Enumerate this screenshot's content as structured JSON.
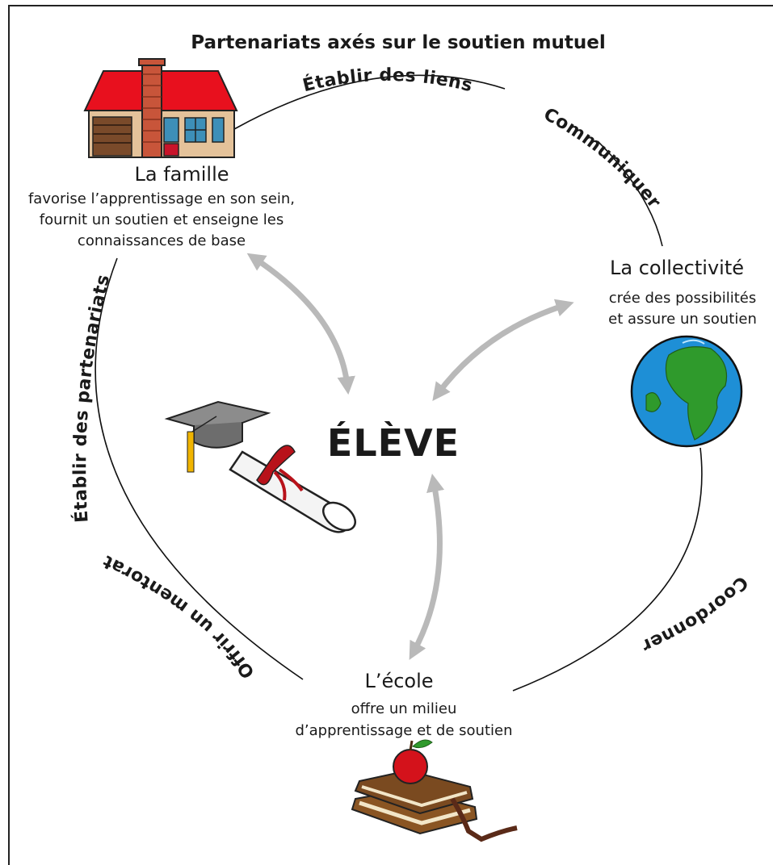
{
  "title": "Partenariats axés sur le soutien mutuel",
  "center_label": "ÉLÈVE",
  "arc_labels": {
    "top": "Établir des liens",
    "top_right": "Communiquer",
    "left": "Établir des partenariats",
    "bottom_left": "Offrir un mentorat",
    "bottom_right": "Coordonner"
  },
  "nodes": {
    "family": {
      "title": "La famille",
      "lines": [
        "favorise l’apprentissage en son sein,",
        "fournit un soutien et enseigne les",
        "connaissances de base"
      ]
    },
    "community": {
      "title": "La collectivité",
      "lines": [
        "crée des possibilités",
        "et assure un soutien"
      ]
    },
    "school": {
      "title": "L’école",
      "lines": [
        "offre un milieu",
        "d’apprentissage et de soutien"
      ]
    }
  },
  "icons": {
    "family": "house-icon",
    "community": "globe-icon",
    "school": "books-apple-icon",
    "student": "diploma-graduation-cap-icon"
  },
  "colors": {
    "arrow": "#b9b9b9",
    "roof": "#e8101e",
    "wall": "#e4c29a",
    "brick": "#c8553a",
    "ocean": "#1e8fd6",
    "land": "#2f9a2c",
    "apple": "#d4121b",
    "book": "#8a5523"
  }
}
